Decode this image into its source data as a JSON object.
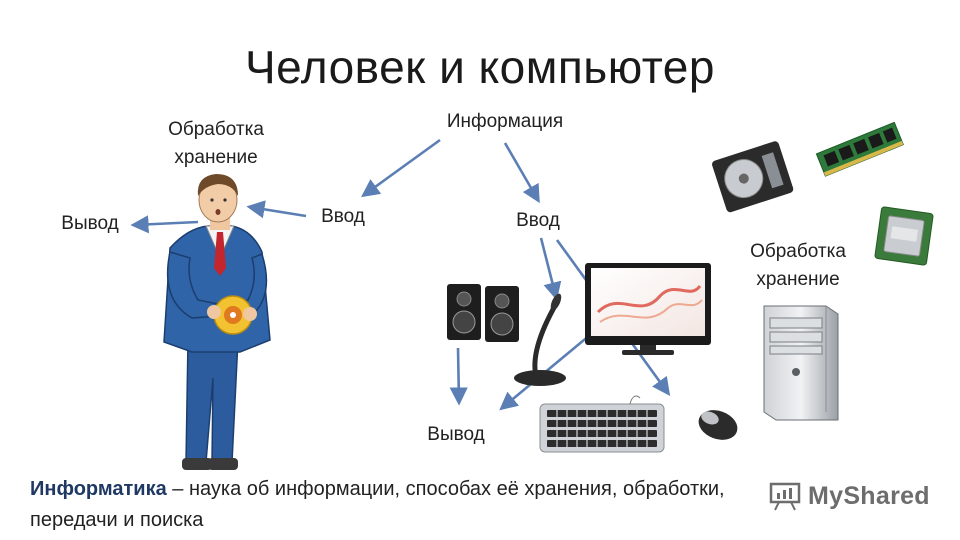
{
  "slide": {
    "title": "Человек и компьютер",
    "human_side": {
      "processing_line1": "Обработка",
      "processing_line2": "хранение",
      "output": "Вывод",
      "input": "Ввод"
    },
    "information": "Информация",
    "computer_side": {
      "input": "Ввод",
      "processing_line1": "Обработка",
      "processing_line2": "хранение",
      "output": "Вывод"
    },
    "definition": {
      "term": "Информатика",
      "text": " – наука об информации, способах её хранения, обработки, передачи и поиска"
    },
    "logo": {
      "text": "MyShared",
      "icon": "presentation-board-icon"
    },
    "colors": {
      "arrow": "#5b7fb5",
      "term": "#1f3864",
      "suit": "#2c5c9e"
    }
  }
}
